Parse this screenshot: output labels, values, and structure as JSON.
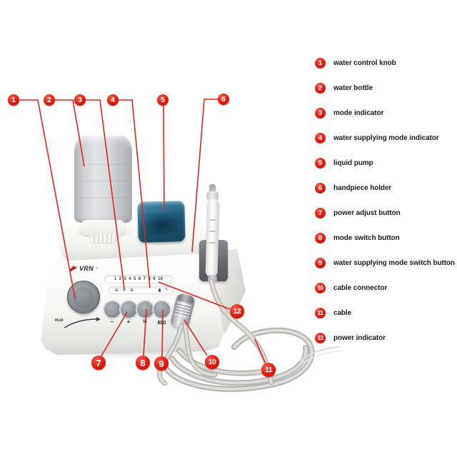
{
  "colors": {
    "accent_red": "#e42318",
    "cable_gray": "#c3c2be",
    "pump_blue": "#1d5672"
  },
  "device": {
    "brand": "VRN",
    "brand_mark": "™",
    "power_scale": "1 2 3 4 5 6 7 8 9 10",
    "mode_letters": {
      "g": "G",
      "p": "P",
      "e": "E"
    },
    "water_auto_glyph": "↷",
    "buttons": {
      "minus": "−",
      "plus": "+",
      "mode": "M"
    },
    "water_label": "H₂O"
  },
  "legend": {
    "items": [
      {
        "num": "1",
        "label": "water control knob"
      },
      {
        "num": "2",
        "label": "water bottle"
      },
      {
        "num": "3",
        "label": "mode indicator"
      },
      {
        "num": "4",
        "label": "water supplying mode indicator"
      },
      {
        "num": "5",
        "label": "liquid pump"
      },
      {
        "num": "6",
        "label": "handpiece holder"
      },
      {
        "num": "7",
        "label": "power adjust button"
      },
      {
        "num": "8",
        "label": "mode switch button"
      },
      {
        "num": "9",
        "label": "water supplying mode switch button"
      },
      {
        "num": "10",
        "label": "cable connector"
      },
      {
        "num": "11",
        "label": "cable"
      },
      {
        "num": "12",
        "label": "power indicator"
      }
    ]
  }
}
